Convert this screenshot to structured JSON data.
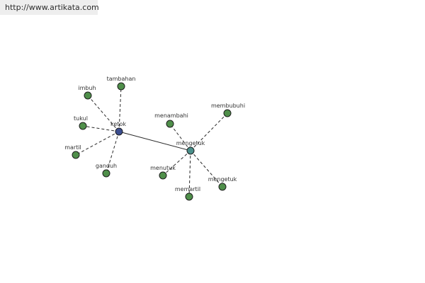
{
  "header": {
    "url": "http://www.artikata.com"
  },
  "graph": {
    "colors": {
      "hub_primary": "#3b4d8f",
      "hub_secondary": "#4a8f8a",
      "leaf": "#4f8f4a",
      "stroke": "#2a2a2a"
    },
    "nodes": [
      {
        "id": "ketok",
        "label": "ketok",
        "kind": "hub_primary"
      },
      {
        "id": "mengetuk",
        "label": "mengetuk",
        "kind": "hub_secondary"
      },
      {
        "id": "imbuh",
        "label": "imbuh",
        "kind": "leaf"
      },
      {
        "id": "tambahan",
        "label": "tambahan",
        "kind": "leaf"
      },
      {
        "id": "tukul",
        "label": "tukul",
        "kind": "leaf"
      },
      {
        "id": "martil",
        "label": "martil",
        "kind": "leaf"
      },
      {
        "id": "ganduh",
        "label": "ganduh",
        "kind": "leaf"
      },
      {
        "id": "menambahi",
        "label": "menambahi",
        "kind": "leaf"
      },
      {
        "id": "membubuhi",
        "label": "membubuhi",
        "kind": "leaf"
      },
      {
        "id": "menutuk",
        "label": "menutuk",
        "kind": "leaf"
      },
      {
        "id": "memartil",
        "label": "memartil",
        "kind": "leaf"
      },
      {
        "id": "mengetuk2",
        "label": "mengetuk",
        "kind": "leaf"
      }
    ],
    "edges": [
      {
        "from": "ketok",
        "to": "mengetuk",
        "style": "solid"
      },
      {
        "from": "ketok",
        "to": "imbuh",
        "style": "dashed"
      },
      {
        "from": "ketok",
        "to": "tambahan",
        "style": "dashed"
      },
      {
        "from": "ketok",
        "to": "tukul",
        "style": "dashed"
      },
      {
        "from": "ketok",
        "to": "martil",
        "style": "dashed"
      },
      {
        "from": "ketok",
        "to": "ganduh",
        "style": "dashed"
      },
      {
        "from": "mengetuk",
        "to": "menambahi",
        "style": "dashed"
      },
      {
        "from": "mengetuk",
        "to": "membubuhi",
        "style": "dashed"
      },
      {
        "from": "mengetuk",
        "to": "menutuk",
        "style": "dashed"
      },
      {
        "from": "mengetuk",
        "to": "memartil",
        "style": "dashed"
      },
      {
        "from": "mengetuk",
        "to": "mengetuk2",
        "style": "dashed"
      }
    ]
  }
}
